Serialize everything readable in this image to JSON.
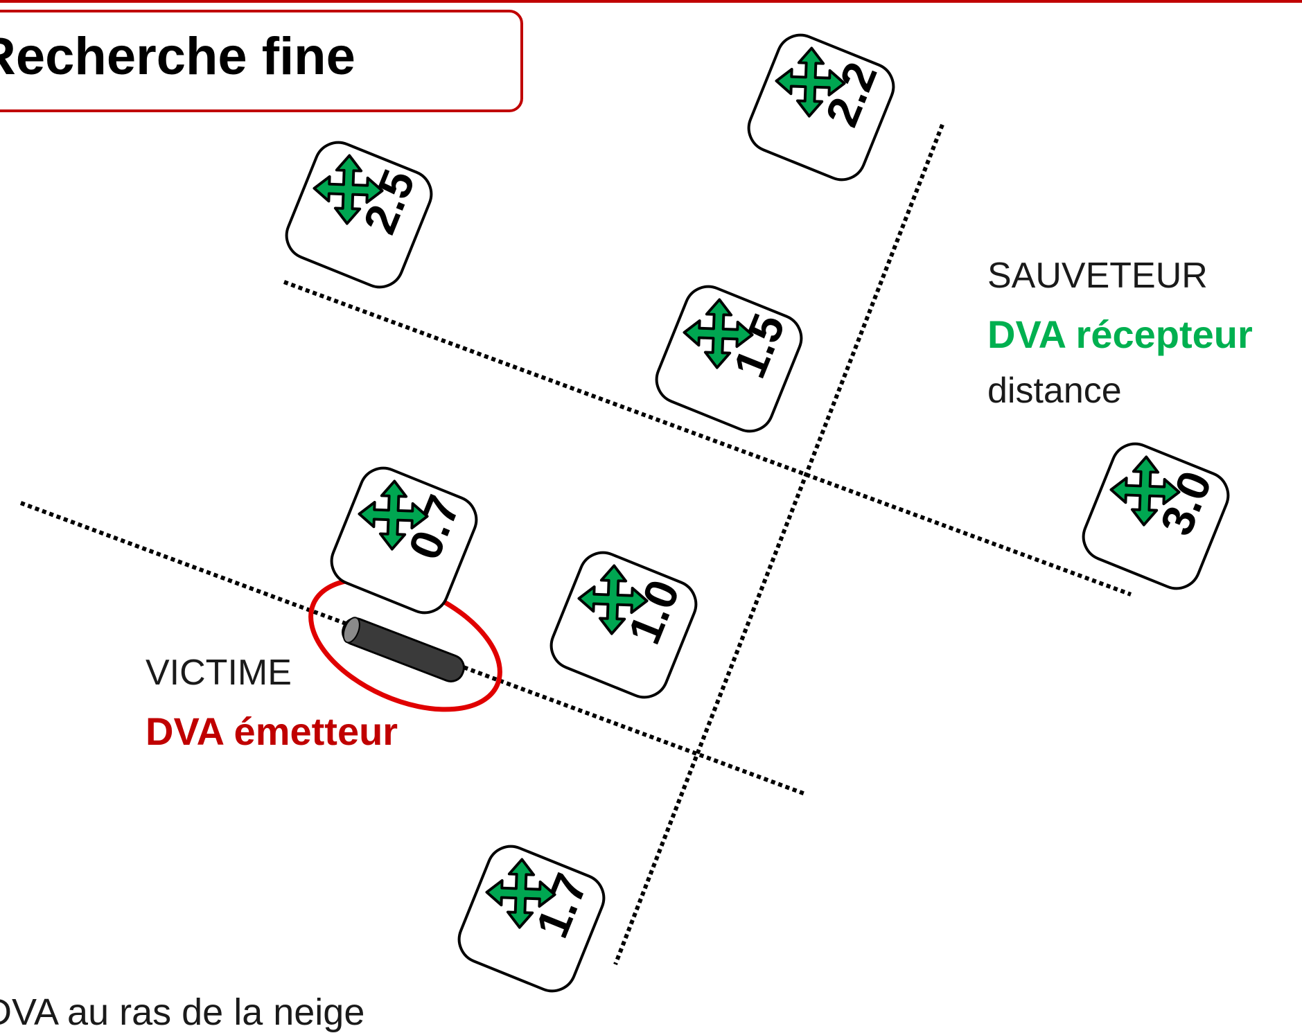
{
  "title": "Recherche fine",
  "rescuer": {
    "label": "SAUVETEUR",
    "device": "DVA récepteur",
    "reading": "distance"
  },
  "victim": {
    "label": "VICTIME",
    "device": "DVA émetteur"
  },
  "footer_note": "DVA au ras de la neige",
  "readings": [
    {
      "id": "r25",
      "value": "2.5"
    },
    {
      "id": "r22",
      "value": "2.2"
    },
    {
      "id": "r15",
      "value": "1.5"
    },
    {
      "id": "r30",
      "value": "3.0"
    },
    {
      "id": "r07",
      "value": "0.7"
    },
    {
      "id": "r10",
      "value": "1.0"
    },
    {
      "id": "r17",
      "value": "1.7"
    }
  ],
  "colors": {
    "accent_red": "#c00000",
    "accent_green": "#00b050",
    "arrow_green": "#00a651",
    "transmitter_body": "#3a3a3a"
  },
  "icons": {
    "card_icon": "four-way-arrow-icon",
    "victim_device": "transmitter-icon"
  }
}
